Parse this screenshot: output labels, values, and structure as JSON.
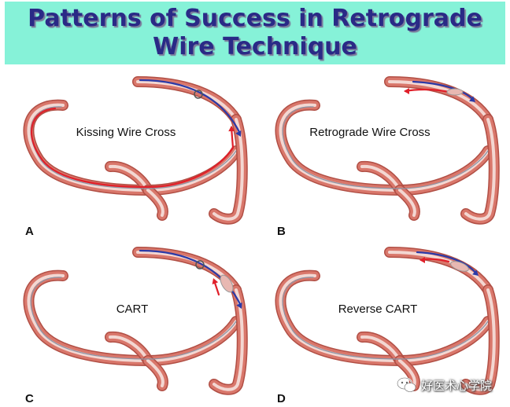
{
  "title": {
    "line1": "Patterns of Success in Retrograde",
    "line2": "Wire Technique"
  },
  "panels": [
    {
      "letter": "A",
      "label": "Kissing Wire Cross",
      "variant": "kissing"
    },
    {
      "letter": "B",
      "label": "Retrograde Wire Cross",
      "variant": "retrograde"
    },
    {
      "letter": "C",
      "label": "CART",
      "variant": "cart"
    },
    {
      "letter": "D",
      "label": "Reverse CART",
      "variant": "reverse-cart"
    }
  ],
  "watermark": {
    "text": "好医术心学院",
    "icon": "wechat-icon"
  },
  "colors": {
    "title_background": "#86f2d8",
    "title_text": "#2a2a86",
    "vessel": "#d9776b",
    "vessel_outline": "#b14f45",
    "antegrade_wire": "#e0202a",
    "retrograde_wire": "#2a3aa8",
    "guidewire": "#8a96a8"
  }
}
